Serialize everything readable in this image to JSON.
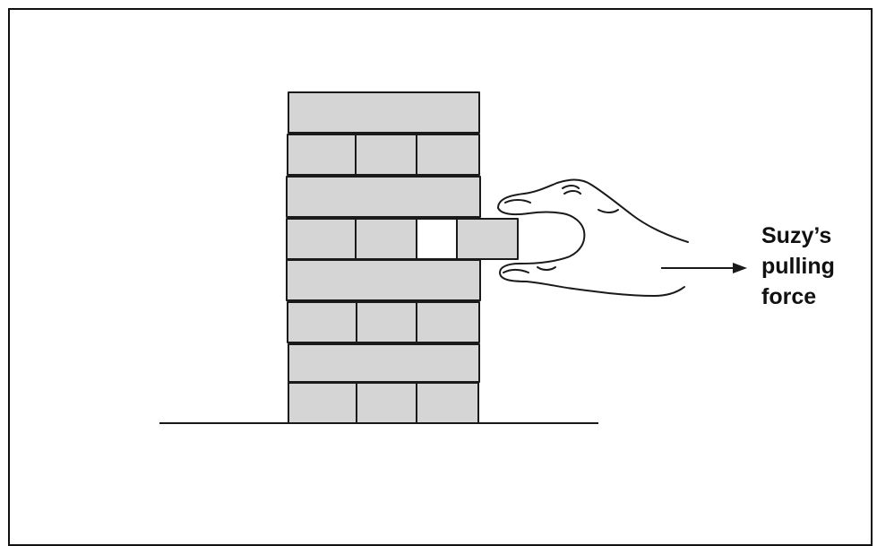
{
  "label": {
    "lines": [
      "Suzy’s",
      "pulling",
      "force"
    ]
  },
  "colors": {
    "block_fill": "#d5d5d5",
    "outline": "#1a1a1a",
    "gap_fill": "#ffffff"
  }
}
